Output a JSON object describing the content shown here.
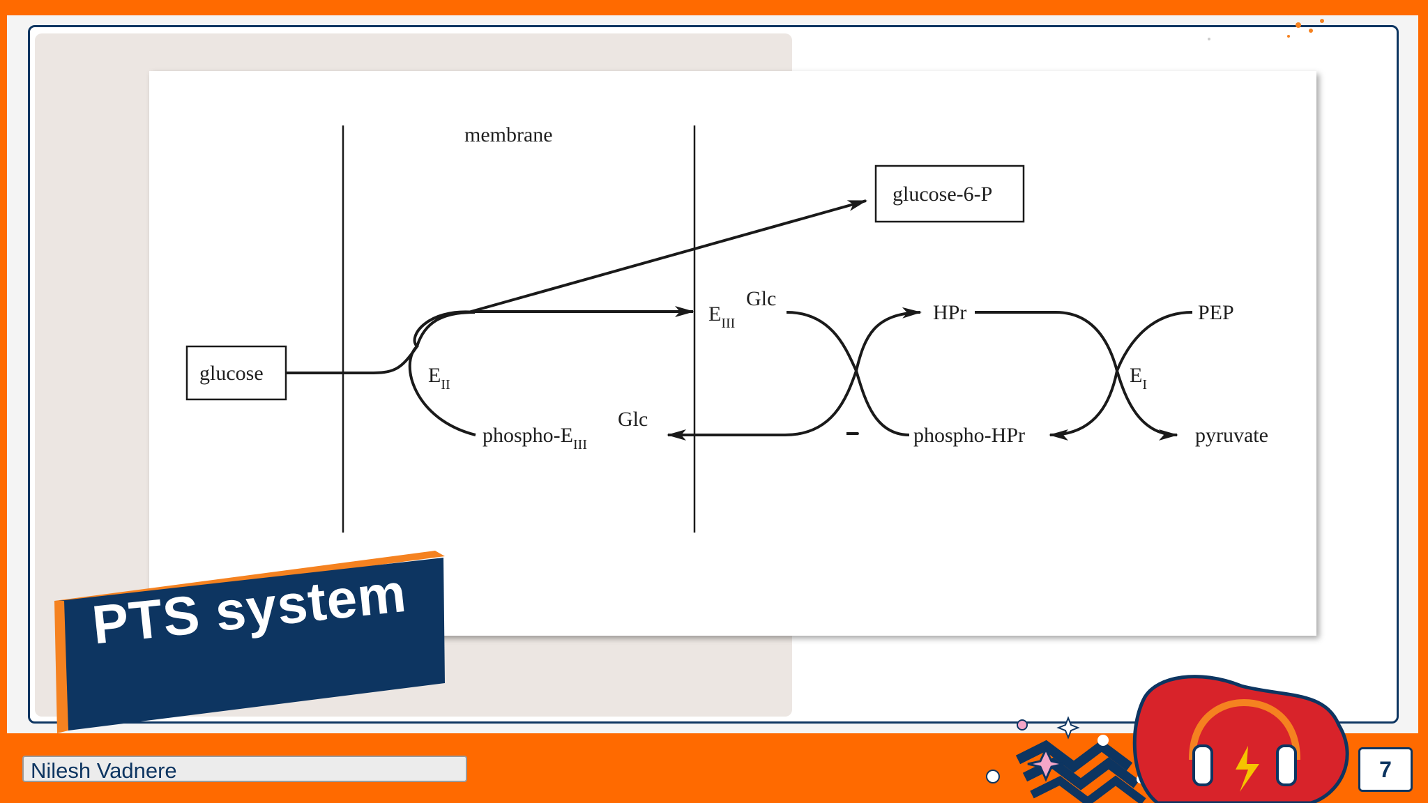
{
  "diagram": {
    "membrane_label": "membrane",
    "glucose": "glucose",
    "glucose6p": "glucose-6-P",
    "eii_base": "E",
    "eii_sub": "II",
    "eiii_base": "E",
    "eiii_sub": "III",
    "eiii_sup": "Glc",
    "phospho_eiii_base": "phospho-E",
    "phospho_eiii_sub": "III",
    "phospho_eiii_sup": "Glc",
    "hpr": "HPr",
    "phospho_hpr": "phospho-HPr",
    "pep": "PEP",
    "pyruvate": "pyruvate",
    "ei_base": "E",
    "ei_sub": "I"
  },
  "title": "PTS system",
  "author": "Nilesh Vadnere",
  "page_number": "7",
  "colors": {
    "background": "#ff6a00",
    "frame": "#0d3561",
    "title_banner": "#0d3561",
    "accent": "#f58220",
    "badge_red": "#d8232a"
  },
  "icons": [
    "headphones-badge-icon",
    "sparkle-star-icon",
    "zigzag-decoration-icon"
  ]
}
